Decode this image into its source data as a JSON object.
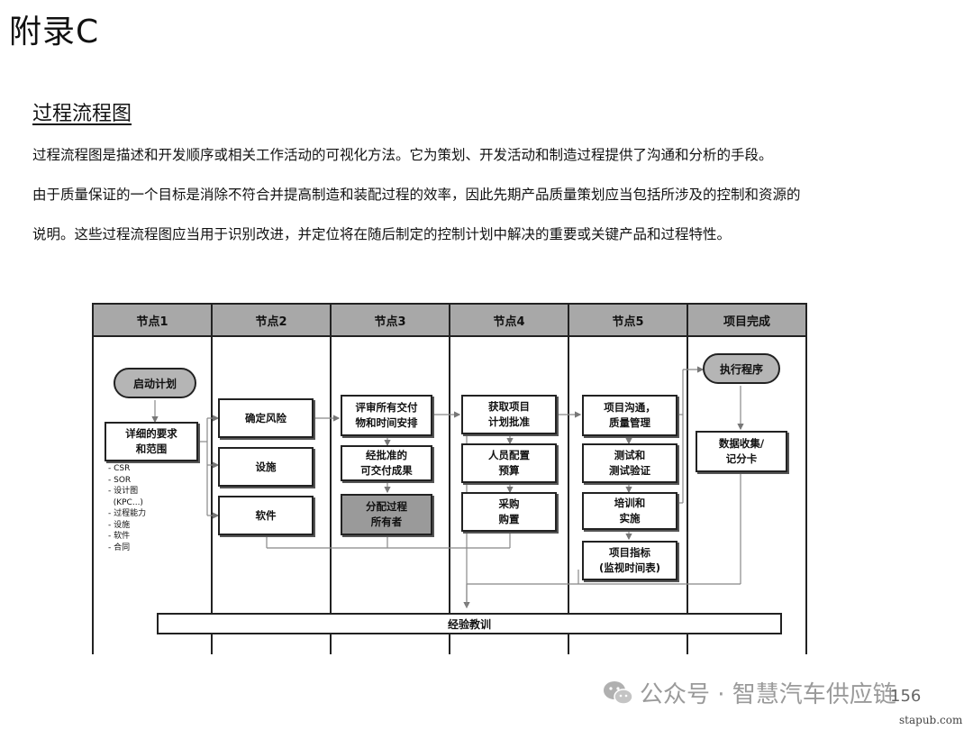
{
  "document": {
    "appendix_title": "附录C",
    "section_title": "过程流程图",
    "paragraphs": [
      "过程流程图是描述和开发顺序或相关工作活动的可视化方法。它为策划、开发活动和制造过程提供了沟通和分析的手段。",
      "由于质量保证的一个目标是消除不符合并提高制造和装配过程的效率，因此先期产品质量策划应当包括所涉及的控制和资源的",
      "说明。这些过程流程图应当用于识别改进，并定位将在随后制定的控制计划中解决的重要或关键产品和过程特性。"
    ]
  },
  "diagram": {
    "columns": [
      "节点1",
      "节点2",
      "节点3",
      "节点4",
      "节点5",
      "项目完成"
    ],
    "start_label": "启动计划",
    "requirements_label": "详细的要求\n和范围",
    "requirements_list": [
      "- CSR",
      "- SOR",
      "- 设计图",
      "  (KPC...)",
      "- 过程能力",
      "- 设施",
      "- 软件",
      "- 合同"
    ],
    "col2_boxes": [
      "确定风险",
      "设施",
      "软件"
    ],
    "col3_boxes": [
      "评审所有交付\n物和时间安排",
      "经批准的\n可交付成果",
      "分配过程\n所有者"
    ],
    "col4_boxes": [
      "获取项目\n计划批准",
      "人员配置\n预算",
      "采购\n购置"
    ],
    "col5_boxes": [
      "项目沟通，\n质量管理",
      "测试和\n测试验证",
      "培训和\n实施",
      "项目指标\n(监视时间表)"
    ],
    "execute_label": "执行程序",
    "data_label": "数据收集/\n记分卡",
    "lessons_label": "经验教训"
  },
  "footer": {
    "watermark": "公众号 · 智慧汽车供应链",
    "page_number": "156",
    "site": "stapub.com"
  }
}
